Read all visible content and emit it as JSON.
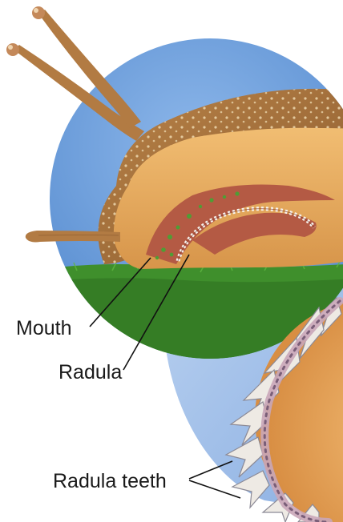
{
  "labels": {
    "mouth": "Mouth",
    "radula": "Radula",
    "radula_teeth": "Radula teeth"
  },
  "colors": {
    "sky": "#5f93d6",
    "grass": "#3f8f2c",
    "snail_body": "#a9733f",
    "foot": "#e0a657",
    "mouth_interior": "#b45a44",
    "magnified_fill": "#e6a45a",
    "tooth": "#eeeae4",
    "callout_line": "#111111"
  }
}
